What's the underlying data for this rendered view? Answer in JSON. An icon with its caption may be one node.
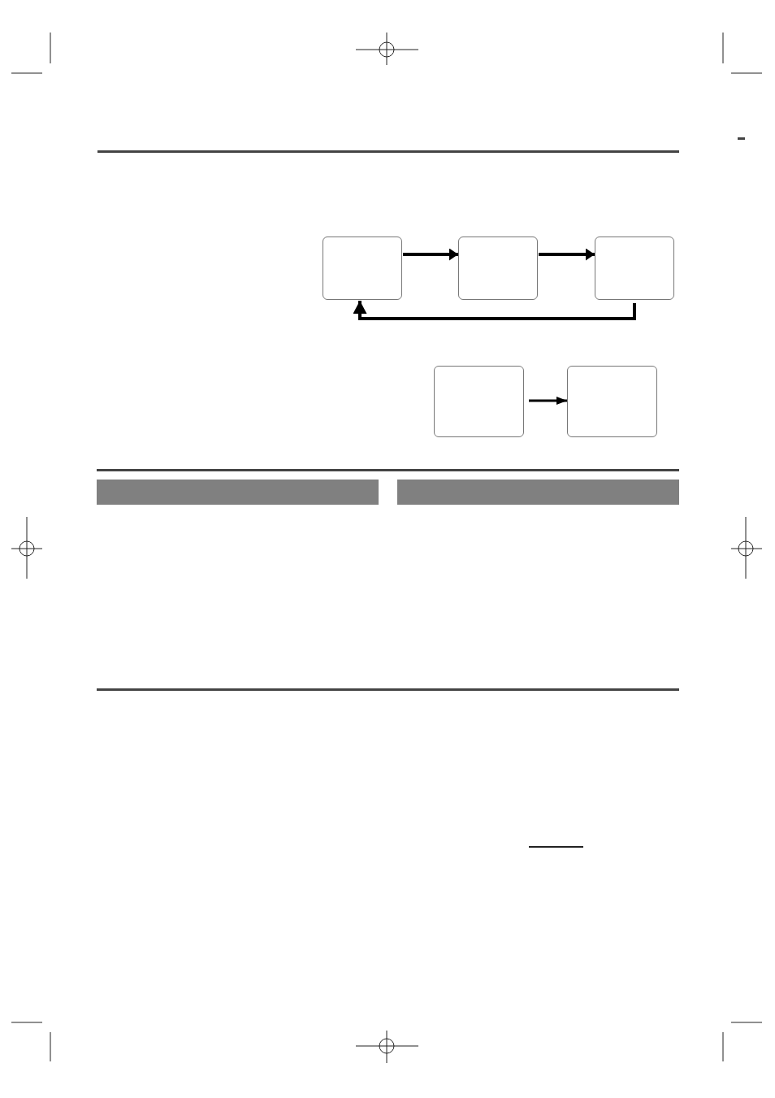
{
  "diagram": {
    "nodes": [
      {
        "text": [],
        "shape": "box"
      },
      {
        "text": [],
        "shape": "box"
      },
      {
        "text": [],
        "shape": "box"
      },
      {
        "text": [],
        "shape": "box"
      },
      {
        "text": [],
        "shape": "box"
      }
    ],
    "edges": [
      {
        "from": 0,
        "to": 1,
        "arrow": "to"
      },
      {
        "from": 1,
        "to": 2,
        "arrow": "to"
      },
      {
        "from": 2,
        "to": 0,
        "arrow": "to"
      },
      {
        "from": 3,
        "to": 4,
        "arrow": "to"
      }
    ]
  }
}
